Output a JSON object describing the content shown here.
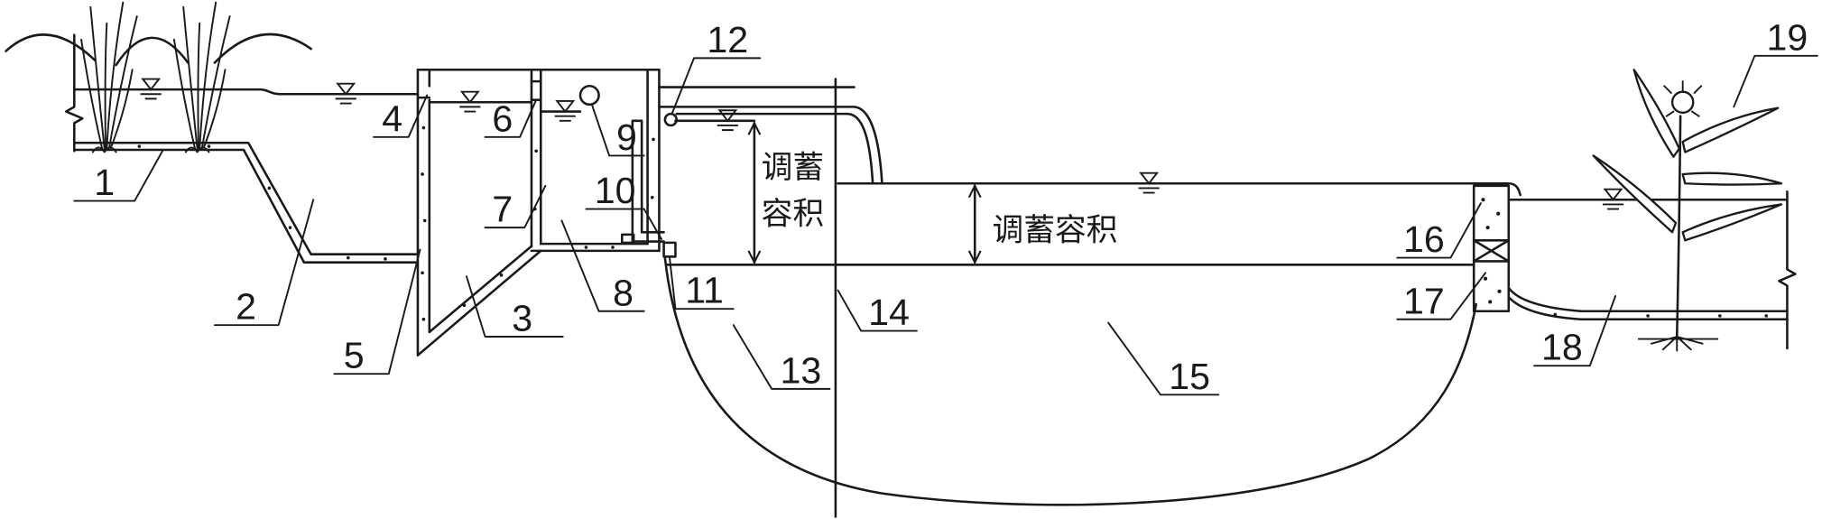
{
  "figure": {
    "labels": {
      "n1": "1",
      "n2": "2",
      "n3": "3",
      "n4": "4",
      "n5": "5",
      "n6": "6",
      "n7": "7",
      "n8": "8",
      "n9": "9",
      "n10": "10",
      "n11": "11",
      "n12": "12",
      "n13": "13",
      "n14": "14",
      "n15": "15",
      "n16": "16",
      "n17": "17",
      "n18": "18",
      "n19": "19"
    },
    "storage_volume_vertical": {
      "line1": "调蓄",
      "line2": "容积"
    },
    "storage_volume_horizontal": "调蓄容积"
  },
  "colors": {
    "line": "#1a1a1a",
    "background": "#ffffff"
  }
}
